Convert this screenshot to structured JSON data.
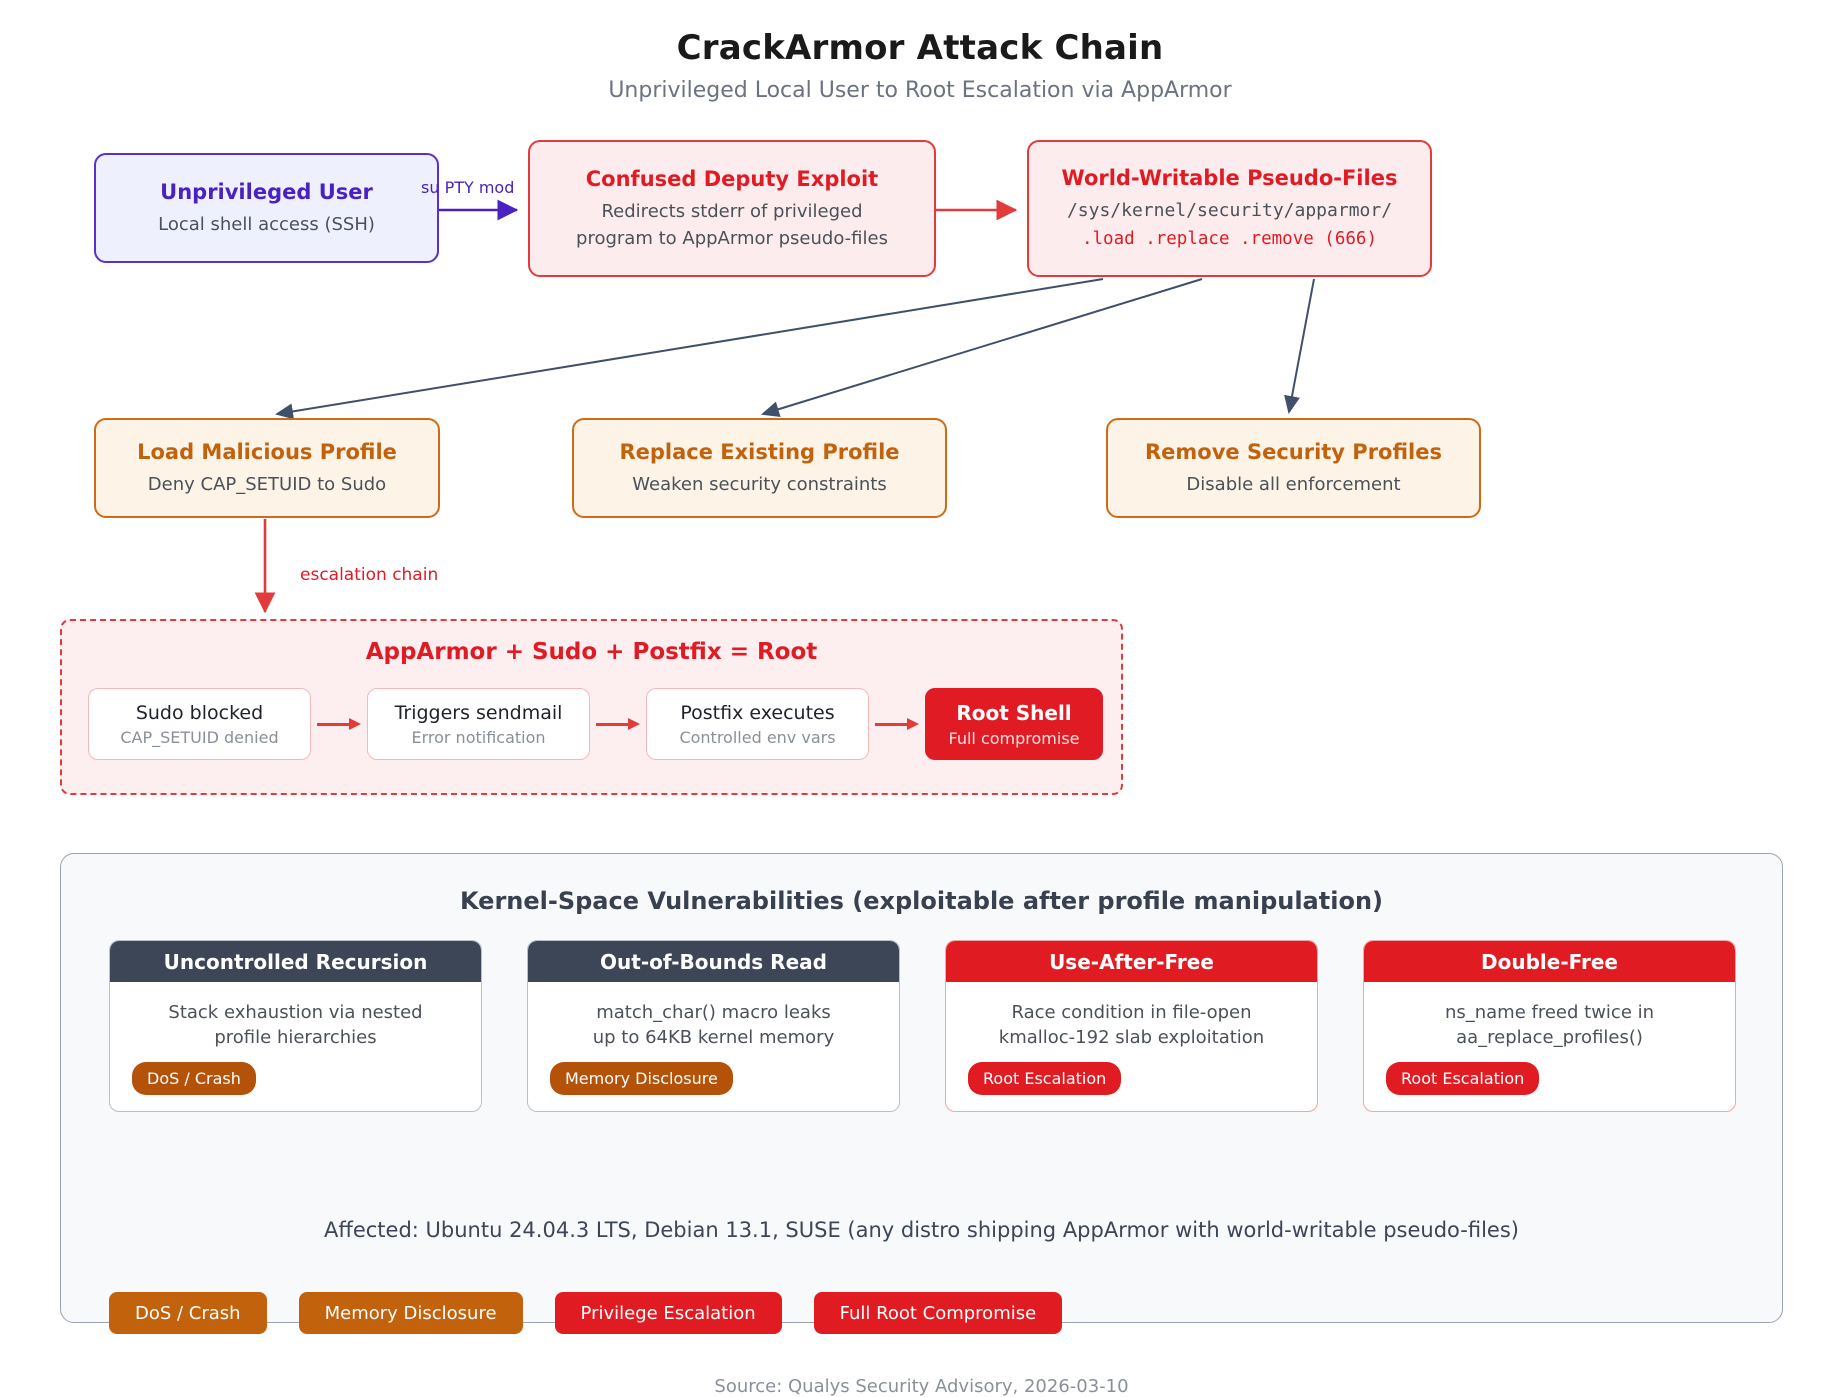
{
  "header": {
    "title": "CrackArmor Attack Chain",
    "subtitle": "Unprivileged Local User to Root Escalation via AppArmor"
  },
  "flow": {
    "user": {
      "title": "Unprivileged User",
      "subtitle": "Local shell access (SSH)"
    },
    "exploit": {
      "title": "Confused Deputy Exploit",
      "line1": "Redirects stderr of privileged",
      "line2": "program to AppArmor pseudo-files"
    },
    "pseudo": {
      "title": "World-Writable Pseudo-Files",
      "path": "/sys/kernel/security/apparmor/",
      "files": ".load .replace .remove (666)"
    },
    "edge_su_label": "su PTY mod",
    "edge_escalation_label": "escalation chain",
    "actions": [
      {
        "title": "Load Malicious Profile",
        "subtitle": "Deny CAP_SETUID to Sudo"
      },
      {
        "title": "Replace Existing Profile",
        "subtitle": "Weaken security constraints"
      },
      {
        "title": "Remove Security Profiles",
        "subtitle": "Disable all enforcement"
      }
    ]
  },
  "escalation": {
    "title": "AppArmor + Sudo + Postfix = Root",
    "steps": [
      {
        "title": "Sudo blocked",
        "subtitle": "CAP_SETUID denied"
      },
      {
        "title": "Triggers sendmail",
        "subtitle": "Error notification"
      },
      {
        "title": "Postfix executes",
        "subtitle": "Controlled env vars"
      },
      {
        "title": "Root Shell",
        "subtitle": "Full compromise"
      }
    ]
  },
  "kernel_panel": {
    "title": "Kernel-Space Vulnerabilities (exploitable after profile manipulation)",
    "cards": [
      {
        "title": "Uncontrolled Recursion",
        "desc_line1": "Stack exhaustion via nested",
        "desc_line2": "profile hierarchies",
        "badge": "DoS / Crash",
        "severity": "low"
      },
      {
        "title": "Out-of-Bounds Read",
        "desc_line1": "match_char() macro leaks",
        "desc_line2": "up to 64KB kernel memory",
        "badge": "Memory Disclosure",
        "severity": "low"
      },
      {
        "title": "Use-After-Free",
        "desc_line1": "Race condition in file-open",
        "desc_line2": "kmalloc-192 slab exploitation",
        "badge": "Root Escalation",
        "severity": "high"
      },
      {
        "title": "Double-Free",
        "desc_line1": "ns_name freed twice in",
        "desc_line2": "aa_replace_profiles()",
        "badge": "Root Escalation",
        "severity": "high"
      }
    ],
    "affected": "Affected: Ubuntu 24.04.3 LTS, Debian 13.1, SUSE (any distro shipping AppArmor with world-writable pseudo-files)",
    "legend": [
      {
        "label": "DoS / Crash",
        "color": "#c2620c"
      },
      {
        "label": "Memory Disclosure",
        "color": "#c2620c"
      },
      {
        "label": "Privilege Escalation",
        "color": "#e11b22"
      },
      {
        "label": "Full Root Compromise",
        "color": "#e11b22"
      }
    ],
    "source": "Source: Qualys Security Advisory, 2026-03-10"
  },
  "colors": {
    "indigo": "#4a22c4",
    "red": "#e01b24",
    "orange": "#c2620c",
    "slate": "#3c4656",
    "arrow_gray": "#40506a"
  }
}
